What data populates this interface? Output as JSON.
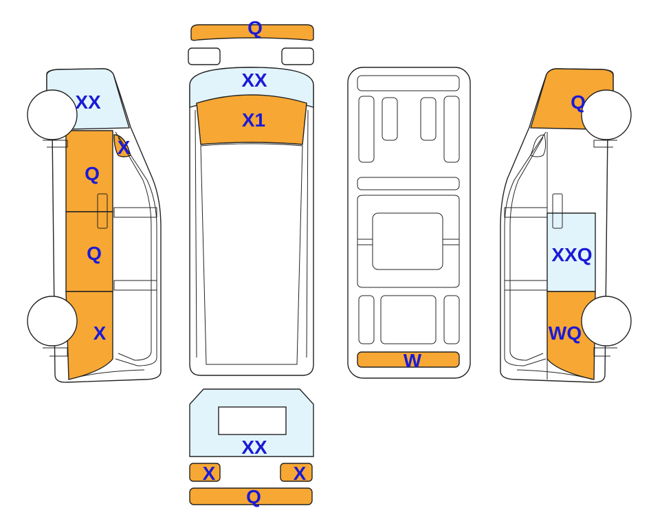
{
  "colors": {
    "orange": "#f7a733",
    "light_blue": "#e1f4fb",
    "white": "#ffffff",
    "outline": "#222222",
    "label": "#1a1ad6"
  },
  "labels": {
    "left_side": {
      "front_top": "XX",
      "a_pillar": "X",
      "front_door": "Q",
      "rear_door": "Q",
      "rear_quarter": "X"
    },
    "top_view": {
      "front_bumper": "Q",
      "windscreen": "XX",
      "bonnet": "X1"
    },
    "underbody": {
      "rear_bumper": "W"
    },
    "right_side": {
      "front_top": "Q",
      "rear_door": "XXQ",
      "rear_quarter": "WQ"
    },
    "rear_view": {
      "rear_window": "XX",
      "left_light": "X",
      "right_light": "X",
      "rear_bumper": "Q"
    }
  }
}
